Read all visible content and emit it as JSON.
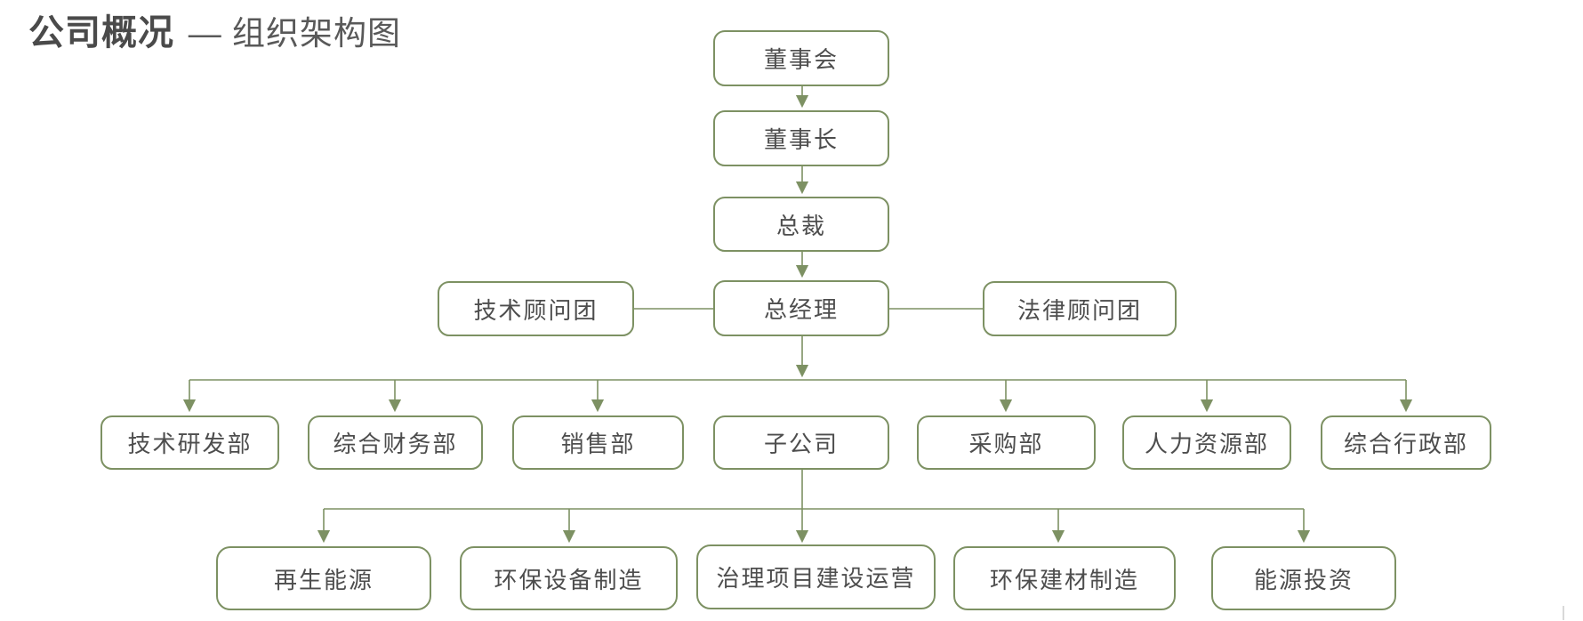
{
  "page": {
    "title_bold": "公司概况",
    "title_rest": "— 组织架构图"
  },
  "colors": {
    "connector_green": "#7d9163",
    "box_border_green": "#7d9163",
    "box_fill": "#ffffff",
    "node_text": "#4d4d4d",
    "title_text": "#4a4a4a"
  },
  "org": {
    "board": {
      "label": "董事会"
    },
    "chairman": {
      "label": "董事长"
    },
    "president": {
      "label": "总裁"
    },
    "general_manager": {
      "label": "总经理"
    },
    "advisors": [
      {
        "label": "技术顾问团"
      },
      {
        "label": "法律顾问团"
      }
    ],
    "departments": [
      {
        "label": "技术研发部"
      },
      {
        "label": "综合财务部"
      },
      {
        "label": "销售部"
      },
      {
        "label": "子公司"
      },
      {
        "label": "采购部"
      },
      {
        "label": "人力资源部"
      },
      {
        "label": "综合行政部"
      }
    ],
    "subsidiaries": [
      {
        "label": "再生能源"
      },
      {
        "label": "环保设备制造"
      },
      {
        "label": "治理项目建设运营"
      },
      {
        "label": "环保建材制造"
      },
      {
        "label": "能源投资"
      }
    ]
  }
}
